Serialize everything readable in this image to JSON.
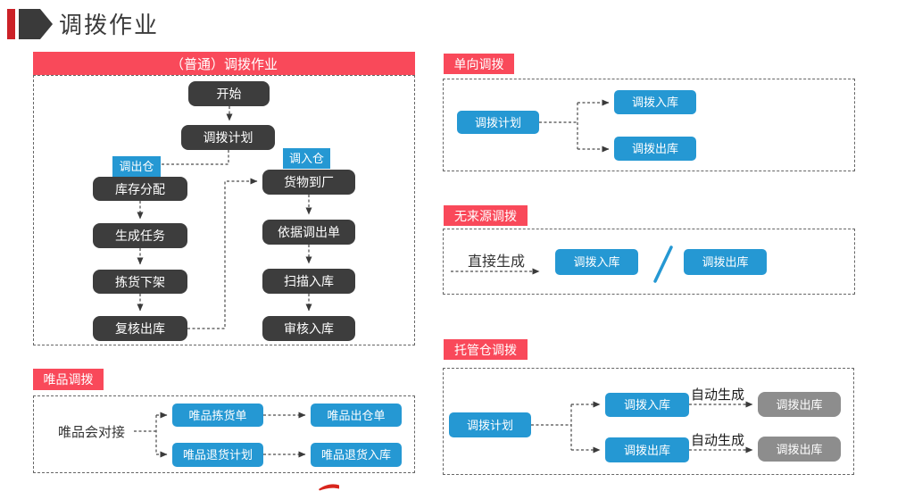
{
  "header": {
    "title": "调拨作业"
  },
  "colors": {
    "red": "#f9495a",
    "dark_red": "#cc2127",
    "blue": "#2598d3",
    "dark": "#3d3d3d",
    "gray": "#8d8d8d"
  },
  "normal_flow": {
    "title": "（普通）调拨作业",
    "start": "开始",
    "plan": "调拨计划",
    "out_tag": "调出仓",
    "in_tag": "调入仓",
    "out_steps": [
      "库存分配",
      "生成任务",
      "拣货下架",
      "复核出库"
    ],
    "in_steps": [
      "货物到厂",
      "依据调出单",
      "扫描入库",
      "审核入库"
    ]
  },
  "vip_flow": {
    "title": "唯品调拨",
    "source": "唯品会对接",
    "row1": [
      "唯品拣货单",
      "唯品出仓单"
    ],
    "row2": [
      "唯品退货计划",
      "唯品退货入库"
    ]
  },
  "oneway_flow": {
    "title": "单向调拨",
    "plan": "调拨计划",
    "inbound": "调拨入库",
    "outbound": "调拨出库"
  },
  "nosource_flow": {
    "title": "无来源调拨",
    "label": "直接生成",
    "inbound": "调拨入库",
    "outbound": "调拨出库"
  },
  "managed_flow": {
    "title": "托管仓调拨",
    "plan": "调拨计划",
    "rows": [
      {
        "from": "调拨入库",
        "note": "自动生成",
        "to": "调拨出库"
      },
      {
        "from": "调拨出库",
        "note": "自动生成",
        "to": "调拨出库"
      }
    ]
  }
}
